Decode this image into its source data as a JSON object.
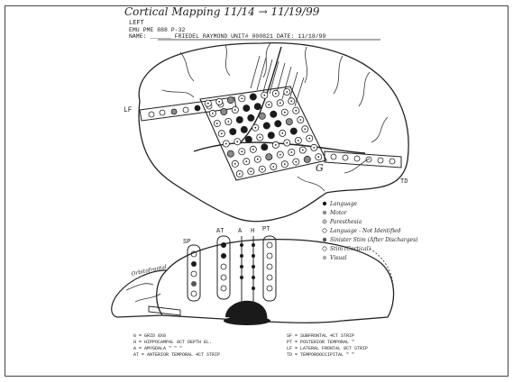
{
  "header": {
    "title": "Cortical Mapping 11/14 → 11/19/99",
    "side": "LEFT",
    "record_line": "EMU PME 888 P-32 ",
    "name_line": "NAME: ______ FRIEDEL RAYMOND  UNIT# 000821  DATE: 11/18/99"
  },
  "lateral_labels": {
    "lf": "LF",
    "g": "G",
    "td": "TD"
  },
  "legend": {
    "items": [
      "Language",
      "Motor",
      "Paresthesia",
      "Language - Not Identified",
      "Sinister Stim   (After Discharges)",
      "Stim (Cortical)",
      "Visual"
    ]
  },
  "basal_labels": {
    "sp": "SP",
    "at": "AT",
    "a": "A",
    "h": "H",
    "pt": "PT",
    "region": "Orbitofrontal"
  },
  "abbreviations": {
    "left": [
      "G = GRID 8X8",
      "H = HIPPOCAMPAL 8CT DEPTH EL.",
      "A = AMYGDALA  \"   \"   \"",
      "AT = ANTERIOR TEMPORAL 4CT STRIP"
    ],
    "right": [
      "SF = SUBFRONTAL 4CT STRIP",
      "PT = POSTERIOR TEMPORAL \"",
      "LF = LATERAL FRONTAL 8CT STRIP",
      "TD = TEMPOROOCCIPITAL  \"   \""
    ]
  },
  "colors": {
    "ink": "#222222",
    "filled": "#1a1a1a",
    "gray_fill": "#8a8a8a",
    "paper": "#ffffff"
  }
}
